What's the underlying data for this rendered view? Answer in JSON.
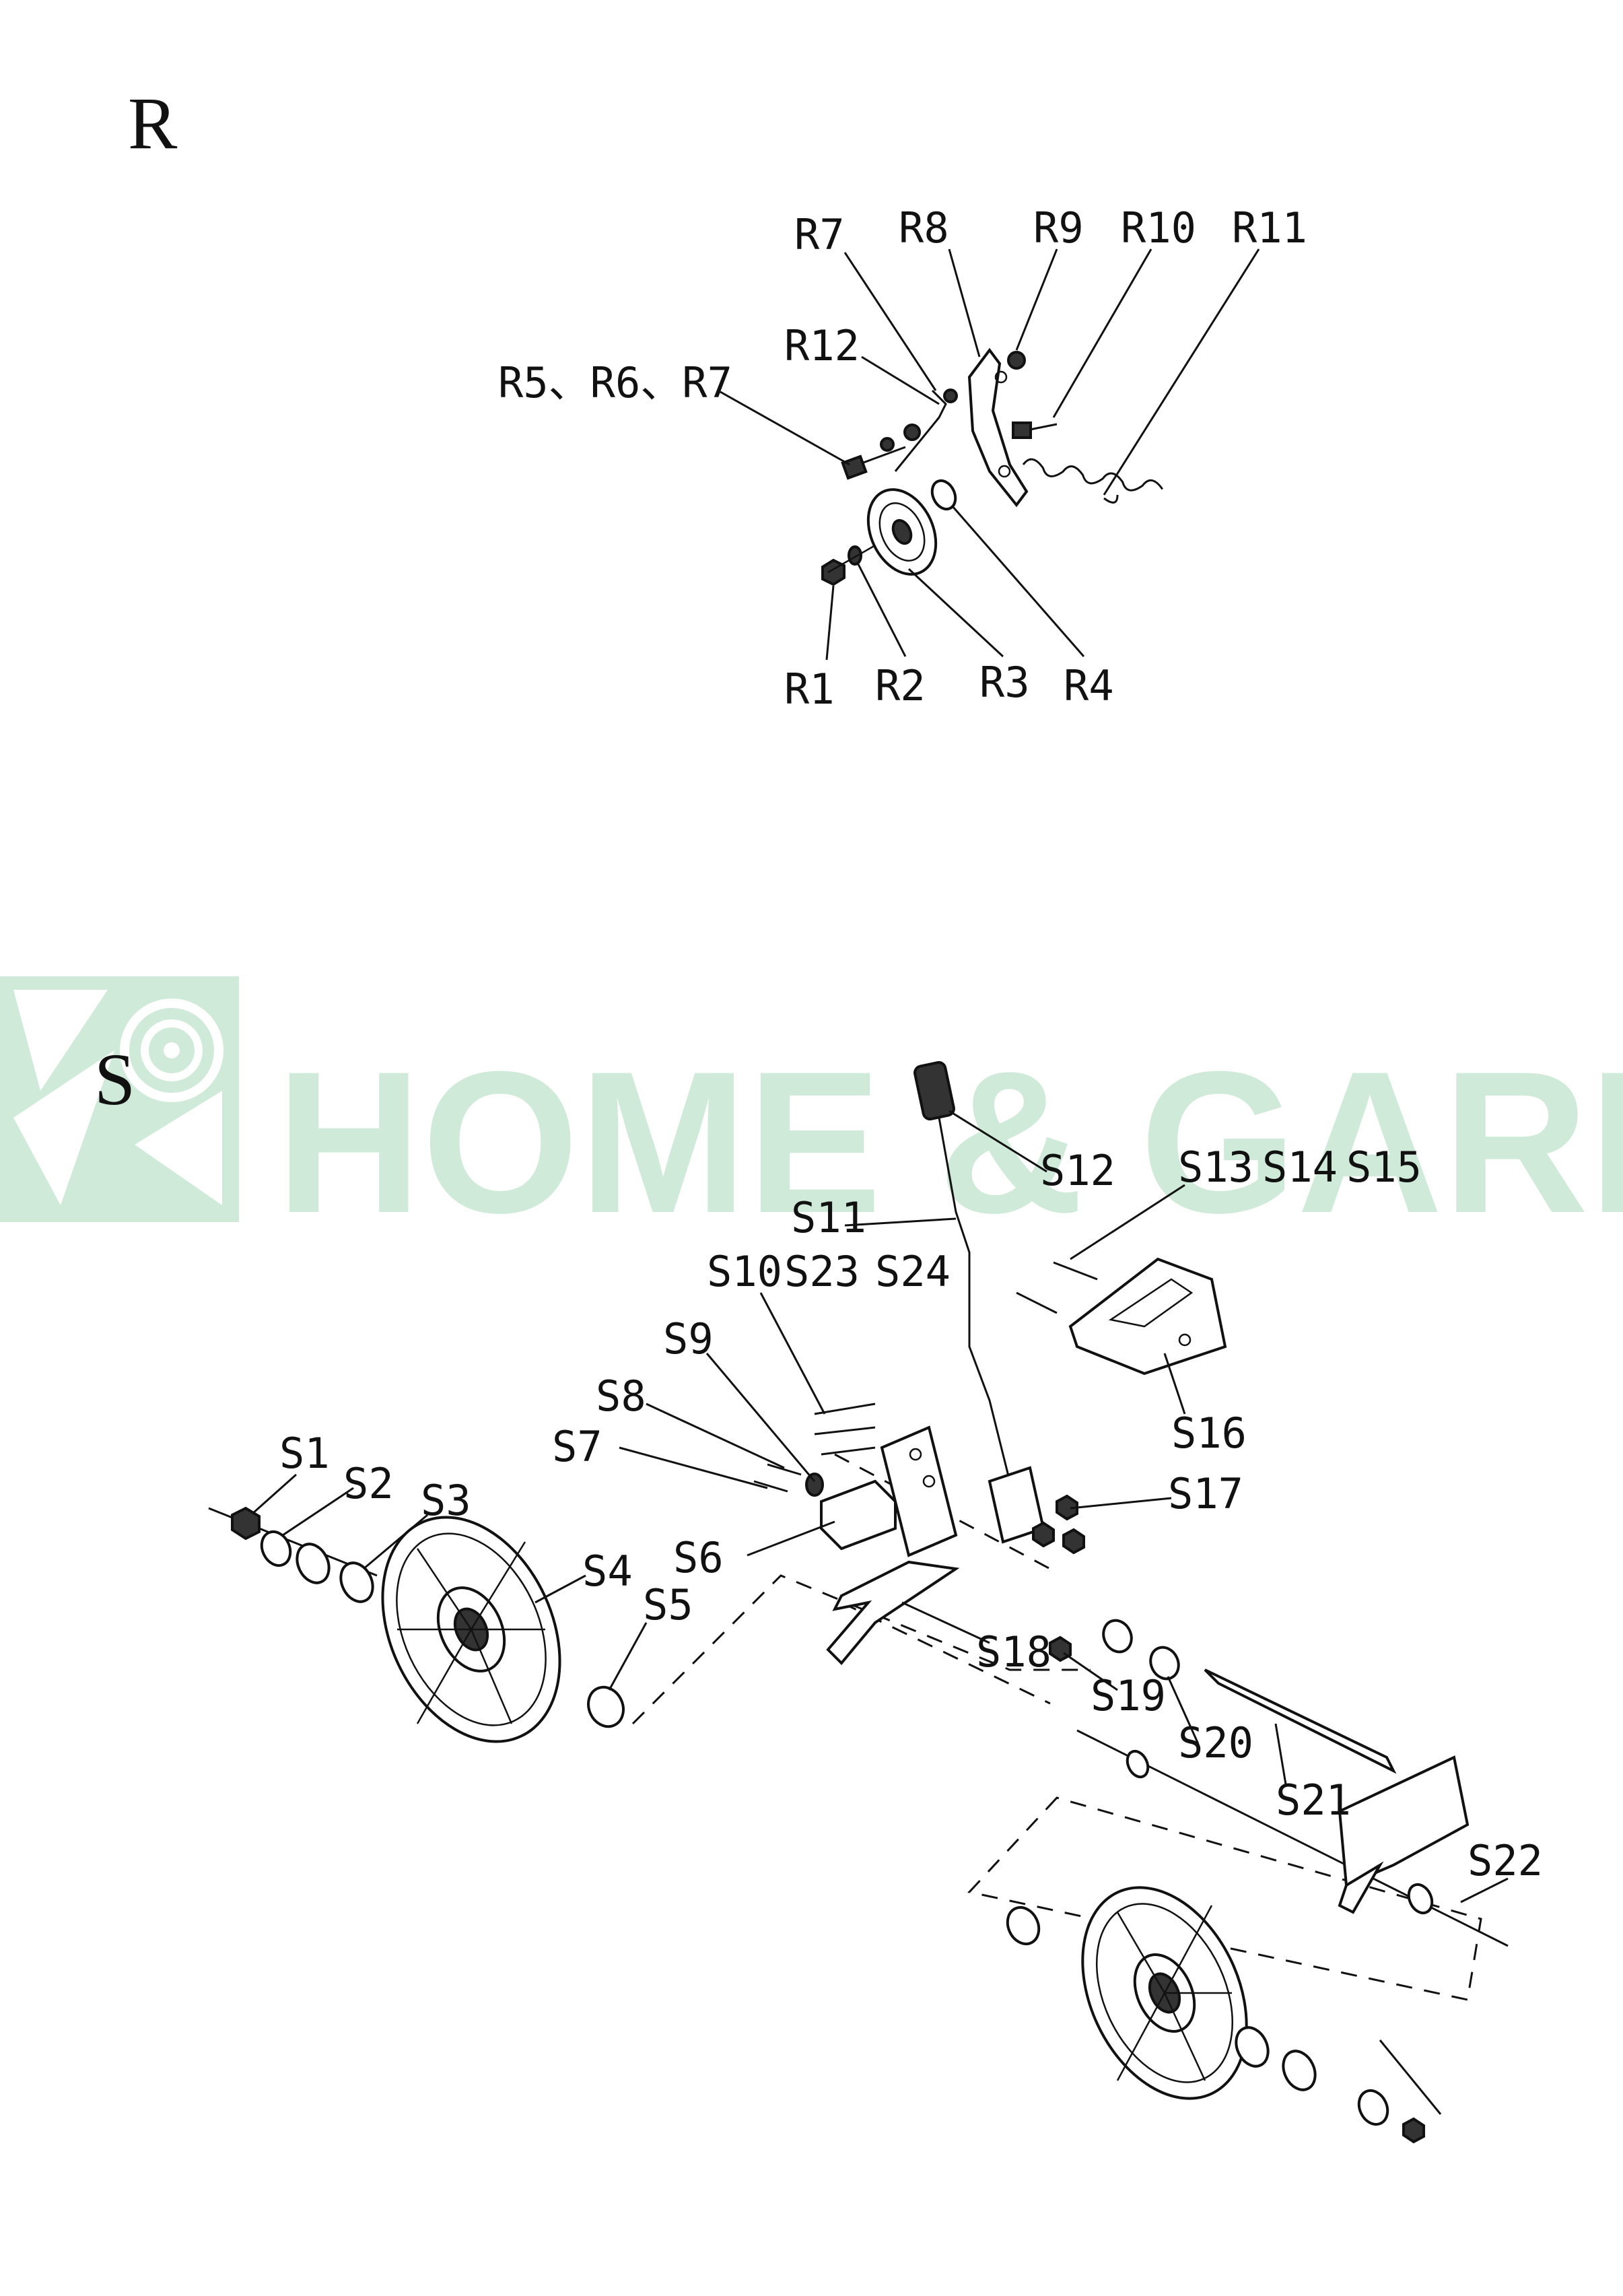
{
  "sections": {
    "r": {
      "title": "R",
      "labels": {
        "R1": "R1",
        "R2": "R2",
        "R3": "R3",
        "R4": "R4",
        "R5_R6_R7": "R5、R6、R7",
        "R7": "R7",
        "R8": "R8",
        "R9": "R9",
        "R10": "R10",
        "R11": "R11",
        "R12": "R12"
      }
    },
    "s": {
      "title": "S",
      "labels": {
        "S1": "S1",
        "S2": "S2",
        "S3": "S3",
        "S4": "S4",
        "S5": "S5",
        "S6": "S6",
        "S7": "S7",
        "S8": "S8",
        "S9": "S9",
        "S10": "S10",
        "S11": "S11",
        "S12": "S12",
        "S13": "S13",
        "S14": "S14",
        "S15": "S15",
        "S16": "S16",
        "S17": "S17",
        "S18": "S18",
        "S19": "S19",
        "S20": "S20",
        "S21": "S21",
        "S22": "S22",
        "S23": "S23",
        "S24": "S24"
      }
    }
  },
  "watermark": {
    "text": "HOME & GARDEN",
    "color": "#2aa552"
  }
}
